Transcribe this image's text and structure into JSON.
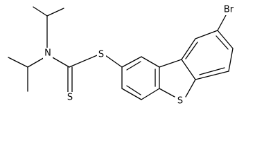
{
  "molecule": {
    "atom_labels": {
      "br": "Br",
      "n": "N",
      "s_thioester": "S",
      "s_thione": "S",
      "s_ring": "S"
    }
  }
}
